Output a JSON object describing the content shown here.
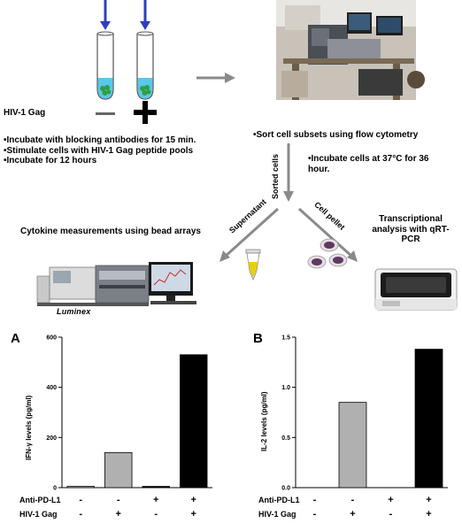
{
  "protocol": {
    "hiv_label": "HIV-1 Gag",
    "minus_symbol": "—",
    "plus_symbol": "+",
    "steps_left": [
      "•Incubate with blocking antibodies for 15 min.",
      "•Stimulate cells with HIV-1 Gag peptide pools",
      "•Incubate for 12 hours"
    ],
    "sort_step": "•Sort cell subsets using flow cytometry",
    "incubate_step": "•Incubate cells at 37°C for 36 hour.",
    "sorted_cells": "Sorted cells",
    "supernatant": "Supernatant",
    "cell_pellet": "Cell pellet",
    "cytokine_label": "Cytokine measurements using bead arrays",
    "transcriptional_label": "Transcriptional analysis with qRT-PCR",
    "luminex_logo": "Luminex"
  },
  "colors": {
    "arrow_blue": "#2e3fbf",
    "tube_liquid": "#5ac8e8",
    "cells_green": "#2f9e44",
    "eppendorf_yellow": "#e8d010",
    "bar_gray": "#b0b0b0",
    "bar_black": "#000000",
    "flow_arrow": "#8a8a8a"
  },
  "charts": {
    "conditions": {
      "labels": [
        "Anti-PD-L1",
        "HIV-1 Gag"
      ],
      "anti_pd_l1": [
        "-",
        "-",
        "+",
        "+"
      ],
      "hiv_gag": [
        "-",
        "+",
        "-",
        "+"
      ]
    },
    "chart_data": [
      {
        "type": "bar",
        "panel": "A",
        "ylabel": "IFN-γ levels (pg/ml)",
        "ylim": [
          0,
          600
        ],
        "yticks": [
          "0",
          "200",
          "400",
          "600"
        ],
        "ytick_values": [
          0,
          200,
          400,
          600
        ],
        "values": [
          5,
          140,
          5,
          530
        ],
        "bar_colors": [
          "#b0b0b0",
          "#b0b0b0",
          "#000000",
          "#000000"
        ]
      },
      {
        "type": "bar",
        "panel": "B",
        "ylabel": "IL-2 levels (pg/ml)",
        "ylim": [
          0,
          1.5
        ],
        "yticks": [
          "0.0",
          "0.5",
          "1.0",
          "1.5"
        ],
        "ytick_values": [
          0,
          0.5,
          1.0,
          1.5
        ],
        "values": [
          0,
          0.85,
          0,
          1.38
        ],
        "bar_colors": [
          "#b0b0b0",
          "#b0b0b0",
          "#000000",
          "#000000"
        ]
      }
    ]
  }
}
